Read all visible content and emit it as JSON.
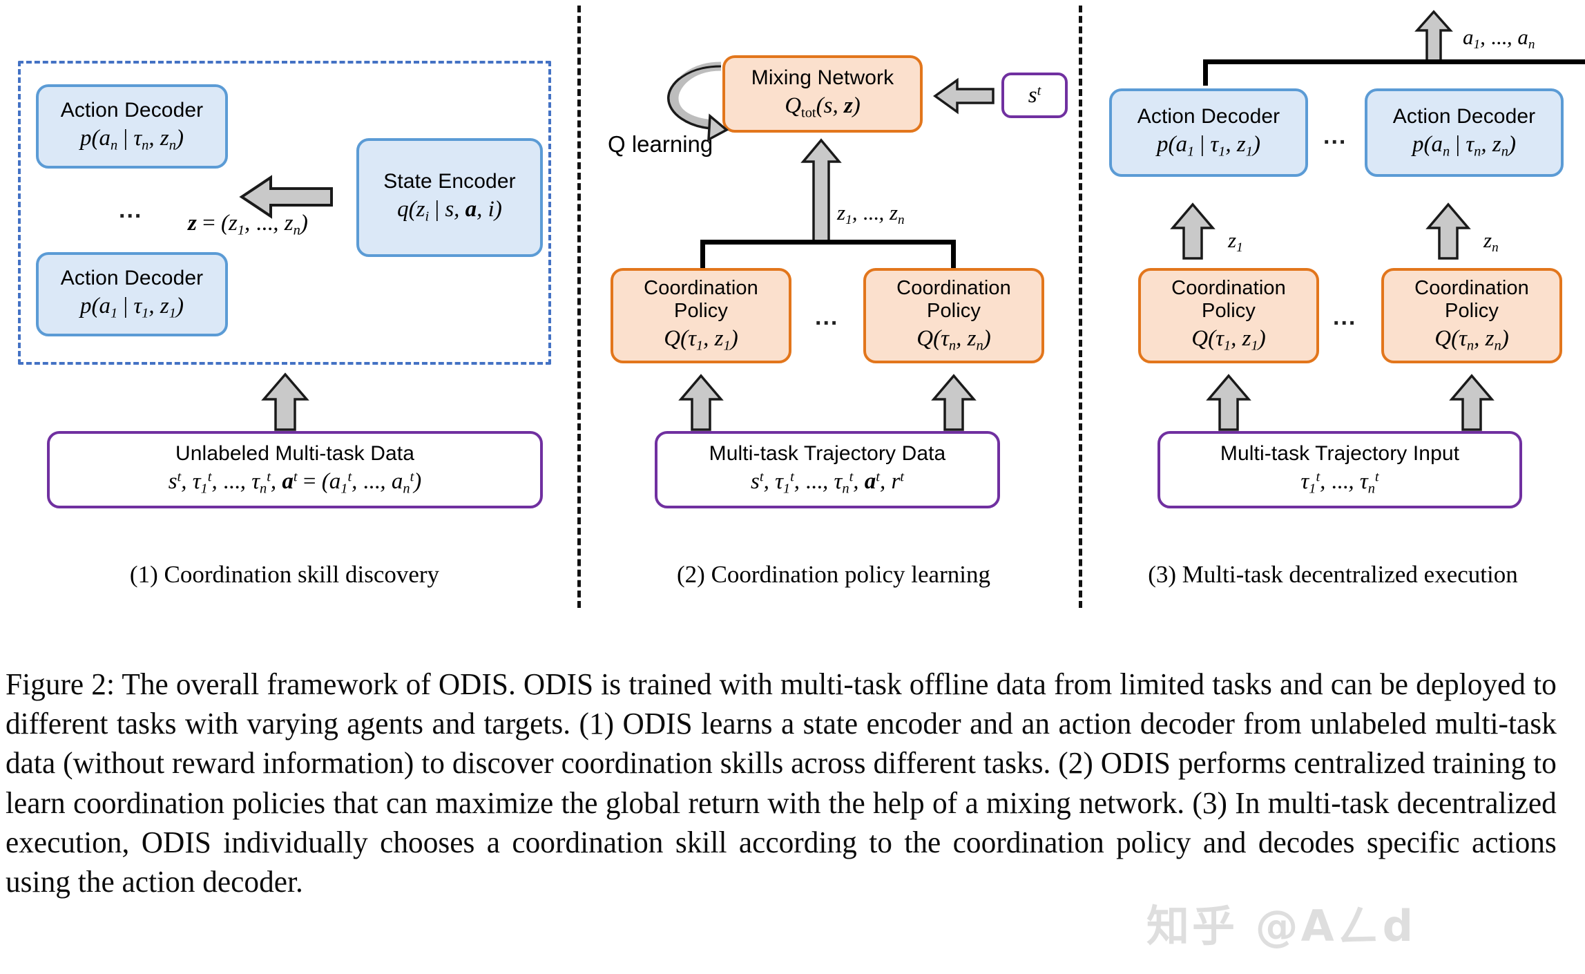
{
  "figure": {
    "panels": [
      {
        "id": "panel-1",
        "caption": "(1) Coordination skill discovery",
        "boxes": {
          "action_decoder_n": {
            "title": "Action Decoder",
            "math": "p(a_n | τ_n, z_n)"
          },
          "action_decoder_1": {
            "title": "Action Decoder",
            "math": "p(a_1 | τ_1, z_1)"
          },
          "state_encoder": {
            "title": "State Encoder",
            "math": "q(z_i | s, a, i)"
          },
          "data_box": {
            "title": "Unlabeled Multi-task Data",
            "math": "s^t, τ_1^t, ..., τ_n^t, a^t = (a_1^t, ..., a_n^t)"
          }
        },
        "labels": {
          "z_vector": "z = (z_1, ..., z_n)",
          "ellipsis": "..."
        }
      },
      {
        "id": "panel-2",
        "caption": "(2) Coordination policy learning",
        "boxes": {
          "mixing_network": {
            "title": "Mixing Network",
            "math": "Q_tot(s, z)"
          },
          "state_input": {
            "math": "s^t"
          },
          "coord_policy_1": {
            "title_line1": "Coordination",
            "title_line2": "Policy",
            "math": "Q(τ_1, z_1)"
          },
          "coord_policy_n": {
            "title_line1": "Coordination",
            "title_line2": "Policy",
            "math": "Q(τ_n, z_n)"
          },
          "data_box": {
            "title": "Multi-task Trajectory Data",
            "math": "s^t, τ_1^t, ..., τ_n^t, a^t, r^t"
          }
        },
        "labels": {
          "q_learning": "Q learning",
          "z_flow": "z_1, ..., z_n",
          "ellipsis": "..."
        }
      },
      {
        "id": "panel-3",
        "caption": "(3) Multi-task decentralized execution",
        "boxes": {
          "action_decoder_1": {
            "title": "Action Decoder",
            "math": "p(a_1 | τ_1, z_1)"
          },
          "action_decoder_n": {
            "title": "Action Decoder",
            "math": "p(a_n | τ_n, z_n)"
          },
          "coord_policy_1": {
            "title_line1": "Coordination",
            "title_line2": "Policy",
            "math": "Q(τ_1, z_1)"
          },
          "coord_policy_n": {
            "title_line1": "Coordination",
            "title_line2": "Policy",
            "math": "Q(τ_n, z_n)"
          },
          "data_box": {
            "title": "Multi-task Trajectory Input",
            "math": "τ_1^t, ..., τ_n^t"
          }
        },
        "labels": {
          "action_out": "a_1, ..., a_n",
          "z1": "z_1",
          "zn": "z_n",
          "ellipsis": "..."
        }
      }
    ],
    "caption_text": "Figure 2: The overall framework of ODIS. ODIS is trained with multi-task offline data from limited tasks and can be deployed to different tasks with varying agents and targets. (1) ODIS learns a state encoder and an action decoder from unlabeled multi-task data (without reward information) to discover coordination skills across different tasks. (2) ODIS performs centralized training to learn coordination policies that can maximize the global return with the help of a mixing network. (3) In multi-task decentralized execution, ODIS individually chooses a coordination skill according to the coordination policy and decodes specific actions using the action decoder.",
    "watermark": "知乎 @Aㄥd",
    "colors": {
      "blue_fill": "#dbe8f7",
      "blue_stroke": "#5b9bd5",
      "orange_fill": "#fbe0cd",
      "orange_stroke": "#e2761c",
      "purple_stroke": "#7030a0",
      "dashed_region": "#4472c4",
      "arrow_gray": "#c9c9c9",
      "connector_black": "#000000"
    }
  }
}
